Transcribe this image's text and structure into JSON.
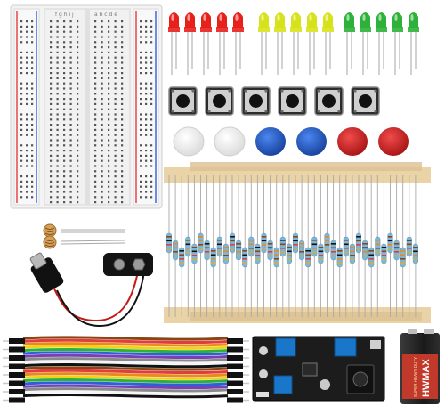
{
  "title": "",
  "battery": {
    "brand": "HWMAX",
    "line1": "SUPER HEAVY DUTY",
    "color_body": "#222222",
    "color_label": "#c0392b"
  },
  "colors": {
    "led_red": "#e8201c",
    "led_yellow": "#d8e21a",
    "led_green": "#2db13a",
    "cap_white": "#f2f2f2",
    "cap_blue": "#1f5fd1",
    "cap_red": "#d81d1d",
    "breadboard": "#f4f4f4",
    "rail_red": "#e23c3c",
    "rail_blue": "#2f5fd8",
    "paper_tape": "#e9d3a7",
    "resistor_body": "#7fb6d8",
    "pcb": "#1c1c1c",
    "terminal_blue": "#1a76c9"
  },
  "components": {
    "leds": {
      "red": 5,
      "yellow": 5,
      "green": 5
    },
    "tact_switches": 6,
    "switch_caps": [
      "white",
      "white",
      "blue",
      "blue",
      "red",
      "red"
    ],
    "resistors": 40,
    "photoresistors": 2,
    "jumper_wires": true,
    "power_module": true,
    "battery_clip": true,
    "dc_plug": true
  }
}
